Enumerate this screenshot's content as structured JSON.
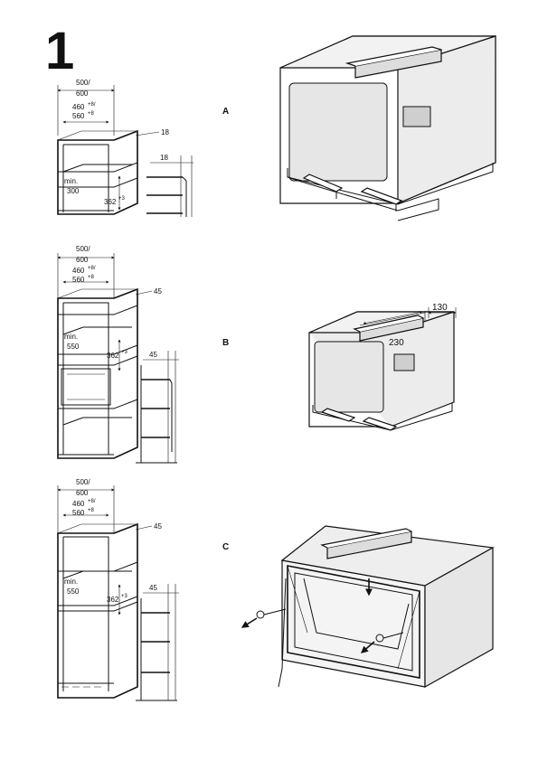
{
  "page_number": "1",
  "sections": {
    "a": {
      "label": "A",
      "dims": {
        "width_500": "500/",
        "width_600": "600",
        "inner_460": "460",
        "inner_460_tol": "+8/",
        "inner_560": "560",
        "inner_560_tol": "+8",
        "side_18": "18",
        "rail_18": "18",
        "min_label": "min.",
        "min_300": "300",
        "height_362": "362",
        "height_362_tol": "+3"
      }
    },
    "b": {
      "label": "B",
      "dims": {
        "width_500": "500/",
        "width_600": "600",
        "inner_460": "460",
        "inner_460_tol": "+8/",
        "inner_560": "560",
        "inner_560_tol": "+8",
        "side_45": "45",
        "rail_45": "45",
        "min_label": "min.",
        "min_550": "550",
        "height_362": "362",
        "height_362_tol": "+3",
        "frame_130": "130",
        "frame_230": "230"
      }
    },
    "c": {
      "label": "C",
      "dims": {
        "width_500": "500/",
        "width_600": "600",
        "inner_460": "460",
        "inner_460_tol": "+8/",
        "inner_560": "560",
        "inner_560_tol": "+8",
        "side_45": "45",
        "rail_45": "45",
        "min_label": "min.",
        "min_550": "550",
        "height_362": "362",
        "height_362_tol": "+3"
      }
    }
  }
}
